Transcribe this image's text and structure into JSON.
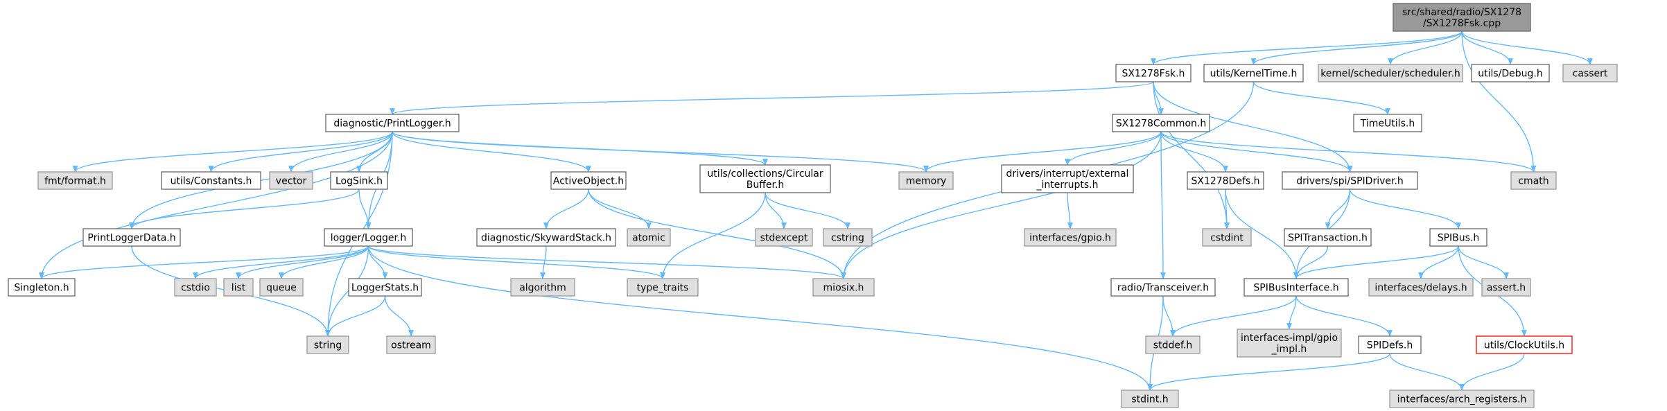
{
  "colors": {
    "edge": "#63b8ff",
    "root_fill": "#999999",
    "root_border": "#666666",
    "node_fill": "#ffffff",
    "node_border": "#666666",
    "system_fill": "#e0e0e0",
    "system_border": "#999999",
    "truncated_border": "#ff0000"
  },
  "nodes": [
    {
      "id": "root",
      "lines": [
        "src/shared/radio/SX1278",
        "/SX1278Fsk.cpp"
      ],
      "kind": "root"
    },
    {
      "id": "sx1278fsk_h",
      "lines": [
        "SX1278Fsk.h"
      ],
      "kind": "node"
    },
    {
      "id": "kerneltime",
      "lines": [
        "utils/KernelTime.h"
      ],
      "kind": "node"
    },
    {
      "id": "scheduler",
      "lines": [
        "kernel/scheduler/scheduler.h"
      ],
      "kind": "system"
    },
    {
      "id": "debug",
      "lines": [
        "utils/Debug.h"
      ],
      "kind": "node"
    },
    {
      "id": "cassert",
      "lines": [
        "cassert"
      ],
      "kind": "system"
    },
    {
      "id": "printlogger",
      "lines": [
        "diagnostic/PrintLogger.h"
      ],
      "kind": "node"
    },
    {
      "id": "sx1278common",
      "lines": [
        "SX1278Common.h"
      ],
      "kind": "node"
    },
    {
      "id": "timeutils",
      "lines": [
        "TimeUtils.h"
      ],
      "kind": "node"
    },
    {
      "id": "fmtformat",
      "lines": [
        "fmt/format.h"
      ],
      "kind": "system"
    },
    {
      "id": "constants",
      "lines": [
        "utils/Constants.h"
      ],
      "kind": "node"
    },
    {
      "id": "vector",
      "lines": [
        "vector"
      ],
      "kind": "system"
    },
    {
      "id": "logsink",
      "lines": [
        "LogSink.h"
      ],
      "kind": "node"
    },
    {
      "id": "activeobject",
      "lines": [
        "ActiveObject.h"
      ],
      "kind": "node"
    },
    {
      "id": "circularbuffer",
      "lines": [
        "utils/collections/Circular",
        "Buffer.h"
      ],
      "kind": "node"
    },
    {
      "id": "memory",
      "lines": [
        "memory"
      ],
      "kind": "system"
    },
    {
      "id": "extinterrupts",
      "lines": [
        "drivers/interrupt/external",
        "_interrupts.h"
      ],
      "kind": "node"
    },
    {
      "id": "sx1278defs",
      "lines": [
        "SX1278Defs.h"
      ],
      "kind": "node"
    },
    {
      "id": "spidriver",
      "lines": [
        "drivers/spi/SPIDriver.h"
      ],
      "kind": "node"
    },
    {
      "id": "cmath",
      "lines": [
        "cmath"
      ],
      "kind": "system"
    },
    {
      "id": "printloggerdata",
      "lines": [
        "PrintLoggerData.h"
      ],
      "kind": "node"
    },
    {
      "id": "logger",
      "lines": [
        "logger/Logger.h"
      ],
      "kind": "node"
    },
    {
      "id": "skywardstack",
      "lines": [
        "diagnostic/SkywardStack.h"
      ],
      "kind": "node"
    },
    {
      "id": "atomic",
      "lines": [
        "atomic"
      ],
      "kind": "system"
    },
    {
      "id": "stdexcept",
      "lines": [
        "stdexcept"
      ],
      "kind": "system"
    },
    {
      "id": "cstring",
      "lines": [
        "cstring"
      ],
      "kind": "system"
    },
    {
      "id": "gpio",
      "lines": [
        "interfaces/gpio.h"
      ],
      "kind": "system"
    },
    {
      "id": "cstdint",
      "lines": [
        "cstdint"
      ],
      "kind": "system"
    },
    {
      "id": "spitransaction",
      "lines": [
        "SPITransaction.h"
      ],
      "kind": "node"
    },
    {
      "id": "spibus",
      "lines": [
        "SPIBus.h"
      ],
      "kind": "node"
    },
    {
      "id": "singleton",
      "lines": [
        "Singleton.h"
      ],
      "kind": "node"
    },
    {
      "id": "cstdio",
      "lines": [
        "cstdio"
      ],
      "kind": "system"
    },
    {
      "id": "list",
      "lines": [
        "list"
      ],
      "kind": "system"
    },
    {
      "id": "queue",
      "lines": [
        "queue"
      ],
      "kind": "system"
    },
    {
      "id": "loggerstats",
      "lines": [
        "LoggerStats.h"
      ],
      "kind": "node"
    },
    {
      "id": "algorithm",
      "lines": [
        "algorithm"
      ],
      "kind": "system"
    },
    {
      "id": "typetraits",
      "lines": [
        "type_traits"
      ],
      "kind": "system"
    },
    {
      "id": "miosix",
      "lines": [
        "miosix.h"
      ],
      "kind": "system"
    },
    {
      "id": "transceiver",
      "lines": [
        "radio/Transceiver.h"
      ],
      "kind": "node"
    },
    {
      "id": "spibusinterface",
      "lines": [
        "SPIBusInterface.h"
      ],
      "kind": "node"
    },
    {
      "id": "delays",
      "lines": [
        "interfaces/delays.h"
      ],
      "kind": "system"
    },
    {
      "id": "asserth",
      "lines": [
        "assert.h"
      ],
      "kind": "system"
    },
    {
      "id": "string",
      "lines": [
        "string"
      ],
      "kind": "system"
    },
    {
      "id": "ostream",
      "lines": [
        "ostream"
      ],
      "kind": "system"
    },
    {
      "id": "stddef",
      "lines": [
        "stddef.h"
      ],
      "kind": "system"
    },
    {
      "id": "gpioimpl",
      "lines": [
        "interfaces-impl/gpio",
        "_impl.h"
      ],
      "kind": "system"
    },
    {
      "id": "spidefs",
      "lines": [
        "SPIDefs.h"
      ],
      "kind": "node"
    },
    {
      "id": "clockutils",
      "lines": [
        "utils/ClockUtils.h"
      ],
      "kind": "truncated"
    },
    {
      "id": "stdint",
      "lines": [
        "stdint.h"
      ],
      "kind": "system"
    },
    {
      "id": "archregisters",
      "lines": [
        "interfaces/arch_registers.h"
      ],
      "kind": "system"
    }
  ],
  "edges": [
    [
      "root",
      "sx1278fsk_h"
    ],
    [
      "root",
      "kerneltime"
    ],
    [
      "root",
      "scheduler"
    ],
    [
      "root",
      "debug"
    ],
    [
      "root",
      "cassert"
    ],
    [
      "root",
      "cmath"
    ],
    [
      "sx1278fsk_h",
      "printlogger"
    ],
    [
      "sx1278fsk_h",
      "sx1278common"
    ],
    [
      "sx1278fsk_h",
      "cstdint"
    ],
    [
      "sx1278fsk_h",
      "spidriver"
    ],
    [
      "kerneltime",
      "timeutils"
    ],
    [
      "kerneltime",
      "miosix"
    ],
    [
      "printlogger",
      "fmtformat"
    ],
    [
      "printlogger",
      "constants"
    ],
    [
      "printlogger",
      "vector"
    ],
    [
      "printlogger",
      "logsink"
    ],
    [
      "printlogger",
      "activeobject"
    ],
    [
      "printlogger",
      "circularbuffer"
    ],
    [
      "printlogger",
      "memory"
    ],
    [
      "printlogger",
      "printloggerdata"
    ],
    [
      "printlogger",
      "logger"
    ],
    [
      "printlogger",
      "singleton"
    ],
    [
      "printlogger",
      "string"
    ],
    [
      "sx1278common",
      "memory"
    ],
    [
      "sx1278common",
      "extinterrupts"
    ],
    [
      "sx1278common",
      "sx1278defs"
    ],
    [
      "sx1278common",
      "spidriver"
    ],
    [
      "sx1278common",
      "cmath"
    ],
    [
      "sx1278common",
      "miosix"
    ],
    [
      "sx1278common",
      "transceiver"
    ],
    [
      "logsink",
      "printloggerdata"
    ],
    [
      "logsink",
      "logger"
    ],
    [
      "activeobject",
      "skywardstack"
    ],
    [
      "activeobject",
      "atomic"
    ],
    [
      "activeobject",
      "miosix"
    ],
    [
      "circularbuffer",
      "stdexcept"
    ],
    [
      "circularbuffer",
      "cstring"
    ],
    [
      "circularbuffer",
      "typetraits"
    ],
    [
      "extinterrupts",
      "gpio"
    ],
    [
      "sx1278defs",
      "cstdint"
    ],
    [
      "sx1278defs",
      "spibusinterface"
    ],
    [
      "spidriver",
      "spitransaction"
    ],
    [
      "spidriver",
      "spibus"
    ],
    [
      "spidriver",
      "spibusinterface"
    ],
    [
      "printloggerdata",
      "string"
    ],
    [
      "logger",
      "singleton"
    ],
    [
      "logger",
      "cstdio"
    ],
    [
      "logger",
      "list"
    ],
    [
      "logger",
      "queue"
    ],
    [
      "logger",
      "loggerstats"
    ],
    [
      "logger",
      "typetraits"
    ],
    [
      "logger",
      "miosix"
    ],
    [
      "logger",
      "string"
    ],
    [
      "logger",
      "stdint"
    ],
    [
      "skywardstack",
      "algorithm"
    ],
    [
      "spitransaction",
      "spibusinterface"
    ],
    [
      "spibus",
      "spibusinterface"
    ],
    [
      "spibus",
      "delays"
    ],
    [
      "spibus",
      "asserth"
    ],
    [
      "spibus",
      "clockutils"
    ],
    [
      "loggerstats",
      "string"
    ],
    [
      "loggerstats",
      "ostream"
    ],
    [
      "transceiver",
      "stddef"
    ],
    [
      "transceiver",
      "stdint"
    ],
    [
      "spibusinterface",
      "stddef"
    ],
    [
      "spibusinterface",
      "gpioimpl"
    ],
    [
      "spibusinterface",
      "spidefs"
    ],
    [
      "spidefs",
      "stdint"
    ],
    [
      "spidefs",
      "archregisters"
    ],
    [
      "clockutils",
      "archregisters"
    ]
  ]
}
